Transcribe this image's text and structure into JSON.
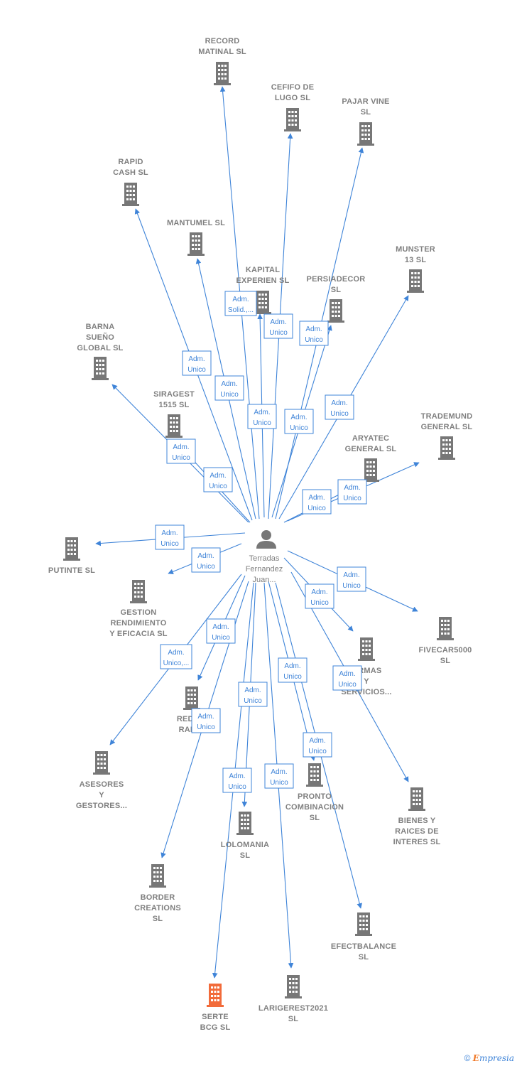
{
  "center": {
    "name_lines": [
      "Terradas",
      "Fernandez",
      "Juan..."
    ],
    "icon": "person-icon"
  },
  "colors": {
    "edge": "#3f84d8",
    "node": "#777777",
    "highlight": "#f26b3a"
  },
  "nodes": [
    {
      "id": "record",
      "lines": [
        "RECORD",
        "MATINAL  SL"
      ],
      "role": [
        "Adm.",
        "Unico"
      ]
    },
    {
      "id": "cefifo",
      "lines": [
        "CEFIFO DE",
        "LUGO  SL"
      ],
      "role": [
        "Adm.",
        "Unico"
      ]
    },
    {
      "id": "pajar",
      "lines": [
        "PAJAR VINE",
        "SL"
      ],
      "role": [
        "Adm.",
        "Unico"
      ]
    },
    {
      "id": "rapid",
      "lines": [
        "RAPID",
        "CASH SL"
      ],
      "role": [
        "Adm.",
        "Unico"
      ]
    },
    {
      "id": "mantumel",
      "lines": [
        "MANTUMEL  SL"
      ],
      "role": [
        "Adm.",
        "Unico"
      ]
    },
    {
      "id": "kapital",
      "lines": [
        "KAPITAL",
        "EXPERIEN  SL"
      ],
      "role": [
        "Adm.",
        "Solid.,..."
      ]
    },
    {
      "id": "persiadecor",
      "lines": [
        "PERSIADECOR",
        "SL"
      ],
      "role": [
        "Adm.",
        "Unico"
      ]
    },
    {
      "id": "munster",
      "lines": [
        "MUNSTER",
        "13  SL"
      ],
      "role": [
        "Adm.",
        "Unico"
      ]
    },
    {
      "id": "barna",
      "lines": [
        "BARNA",
        "SUEÑO",
        "GLOBAL  SL"
      ],
      "role": [
        "Adm.",
        "Unico"
      ]
    },
    {
      "id": "siragest",
      "lines": [
        "SIRAGEST",
        "1515  SL"
      ],
      "role": [
        "Adm.",
        "Unico"
      ]
    },
    {
      "id": "trademund",
      "lines": [
        "TRADEMUND",
        "GENERAL  SL"
      ],
      "role": [
        "Adm.",
        "Unico"
      ]
    },
    {
      "id": "aryatec",
      "lines": [
        "ARYATEC",
        "GENERAL  SL"
      ],
      "role": [
        "Adm.",
        "Unico"
      ]
    },
    {
      "id": "putinte",
      "lines": [
        "PUTINTE  SL"
      ],
      "role": [
        "Adm.",
        "Unico"
      ]
    },
    {
      "id": "gestion",
      "lines": [
        "GESTION",
        "RENDIMIENTO",
        "Y EFICACIA  SL"
      ],
      "role": [
        "Adm.",
        "Unico"
      ]
    },
    {
      "id": "fivecar",
      "lines": [
        "FIVECAR5000",
        "SL"
      ],
      "role": [
        "Adm.",
        "Unico"
      ]
    },
    {
      "id": "formas",
      "lines": [
        "...RMAS",
        "Y",
        "SERVICIOS..."
      ],
      "role": [
        "Adm.",
        "Unico"
      ]
    },
    {
      "id": "redo",
      "lines": [
        "REDO...",
        "RAPI..."
      ],
      "role": [
        "Adm.",
        "Unico"
      ]
    },
    {
      "id": "asesores",
      "lines": [
        "ASESORES",
        "Y",
        "GESTORES..."
      ],
      "role": [
        "Adm.",
        "Unico,..."
      ]
    },
    {
      "id": "bienes",
      "lines": [
        "BIENES Y",
        "RAICES DE",
        "INTERES  SL"
      ],
      "role": [
        "Adm.",
        "Unico"
      ]
    },
    {
      "id": "pronto",
      "lines": [
        "PRONTO",
        "COMBINACION",
        "SL"
      ],
      "role": [
        "Adm.",
        "Unico"
      ]
    },
    {
      "id": "lolomania",
      "lines": [
        "LOLOMANIA",
        "SL"
      ],
      "role": [
        "Adm.",
        "Unico"
      ]
    },
    {
      "id": "border",
      "lines": [
        "BORDER",
        "CREATIONS",
        "SL"
      ],
      "role": [
        "Adm.",
        "Unico"
      ]
    },
    {
      "id": "efectbalance",
      "lines": [
        "EFECTBALANCE",
        "SL"
      ],
      "role": [
        "Adm.",
        "Unico"
      ]
    },
    {
      "id": "larigerest",
      "lines": [
        "LARIGEREST2021",
        "SL"
      ],
      "role": [
        "Adm.",
        "Unico"
      ]
    },
    {
      "id": "serte",
      "lines": [
        "SERTE",
        "BCG  SL"
      ],
      "role": [
        "Adm.",
        "Unico"
      ],
      "highlight": true
    }
  ],
  "footer": {
    "copyright": "©",
    "brand_e": "E",
    "brand_rest": "mpresia"
  }
}
